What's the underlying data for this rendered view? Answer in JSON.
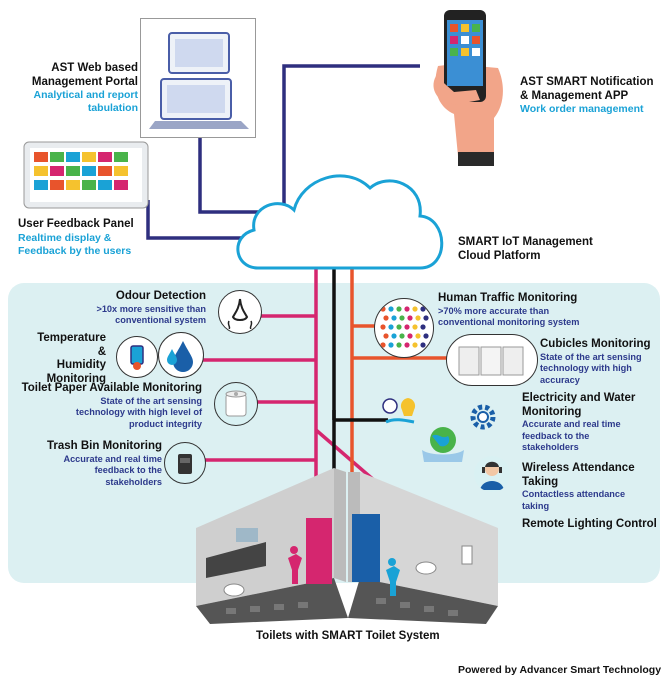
{
  "portal": {
    "title1": "AST Web based",
    "title2": "Management Portal",
    "sub1": "Analytical and report",
    "sub2": "tabulation"
  },
  "app": {
    "title1": "AST SMART Notification",
    "title2": "& Management APP",
    "sub": "Work order management"
  },
  "feedback_panel": {
    "title": "User Feedback Panel",
    "sub1": "Realtime display &",
    "sub2": "Feedback by the users"
  },
  "cloud": {
    "title1": "SMART IoT Management",
    "title2": "Cloud Platform"
  },
  "left_items": [
    {
      "title": "Odour Detection",
      "sub1": ">10x more sensitive than",
      "sub2": "conventional system",
      "sub3": ""
    },
    {
      "title1": "Temperature &",
      "title2": "Humidity",
      "title3": "Monitoring"
    },
    {
      "title": "Toilet Paper Available Monitoring",
      "sub1": "State of the art sensing",
      "sub2": "technology with high level of",
      "sub3": "product integrity"
    },
    {
      "title": "Trash Bin Monitoring",
      "sub1": "Accurate and real time",
      "sub2": "feedback to the",
      "sub3": "stakeholders"
    }
  ],
  "right_items": [
    {
      "title": "Human Traffic Monitoring",
      "sub1": ">70% more accurate than",
      "sub2": "conventional monitoring system"
    },
    {
      "title": "Cubicles Monitoring",
      "sub1": "State of the art sensing",
      "sub2": "technology with high",
      "sub3": "accuracy"
    },
    {
      "title1": "Electricity and Water",
      "title2": "Monitoring",
      "sub1": "Accurate and real time",
      "sub2": "feedback to the",
      "sub3": "stakeholders"
    },
    {
      "title1": "Wireless Attendance",
      "title2": "Taking",
      "sub1": "Contactless attendance",
      "sub2": "taking"
    },
    {
      "title": "Remote Lighting Control"
    }
  ],
  "toilets_caption": "Toilets with SMART Toilet System",
  "footer": "Powered by Advancer Smart Technology",
  "colors": {
    "navy": "#2e2f7f",
    "magenta": "#d5266f",
    "orange": "#e8542c",
    "black": "#111111",
    "band": "#dcf0f2",
    "cyan": "#1aa2d6"
  },
  "icons": [
    "laptop-icon",
    "smartphone-hand-icon",
    "tablet-panel-icon",
    "cloud-icon",
    "nose-icon",
    "thermometer-icon",
    "water-drop-icon",
    "toilet-paper-icon",
    "trash-bin-icon",
    "crowd-icon",
    "cubicles-icon",
    "lightbulb-icon",
    "gear-icon",
    "globe-hands-icon",
    "user-icon"
  ]
}
